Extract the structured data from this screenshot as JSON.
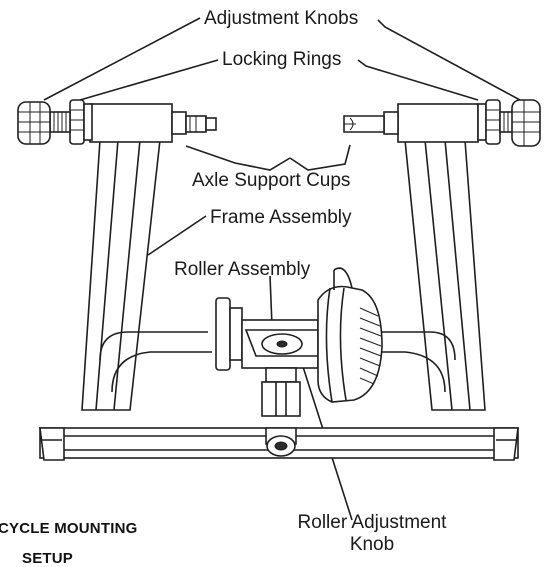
{
  "labels": {
    "adjustment_knobs": "Adjustment Knobs",
    "locking_rings": "Locking Rings",
    "axle_support_cups": "Axle Support Cups",
    "frame_assembly": "Frame Assembly",
    "roller_assembly": "Roller Assembly",
    "roller_adjustment_knob_line1": "Roller Adjustment",
    "roller_adjustment_knob_line2": "Knob"
  },
  "section_heading": {
    "line1": "CYCLE MOUNTING",
    "line2": "SETUP"
  }
}
